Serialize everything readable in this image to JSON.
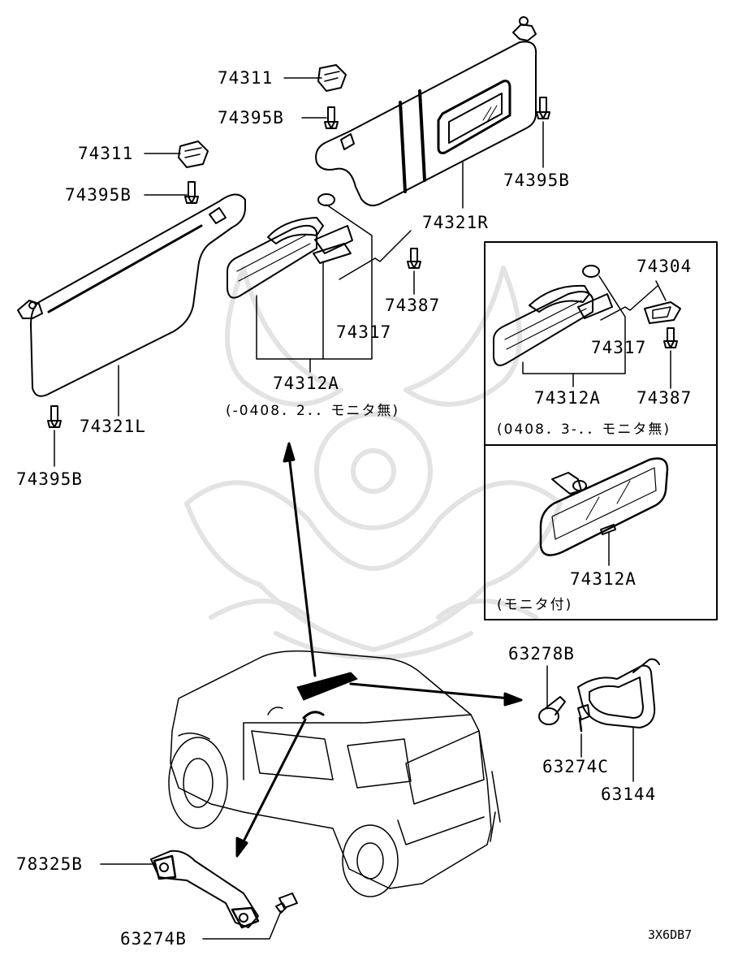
{
  "labels": {
    "p74311_right": "74311",
    "p74395b_top": "74395B",
    "p74311_left": "74311",
    "p74395b_left_upper": "74395B",
    "p74395b_right": "74395B",
    "p74321r": "74321R",
    "p74387": "74387",
    "p74317": "74317",
    "p74312a": "74312A",
    "p74321l": "74321L",
    "p74395b_bottom": "74395B",
    "box_74304": "74304",
    "box_74317": "74317",
    "box_74312a_upper": "74312A",
    "box_74387": "74387",
    "box_74312a_lower": "74312A",
    "p63278b": "63278B",
    "p63274c": "63274C",
    "p63144": "63144",
    "p78325b": "78325B",
    "p63274b": "63274B"
  },
  "notes": {
    "range_pre": "(-0408．2．．モニタ無)",
    "range_post": "(0408．3-．．モニタ無)",
    "with_monitor": "(モニタ付)"
  },
  "diagram_code": "3X6DB7"
}
